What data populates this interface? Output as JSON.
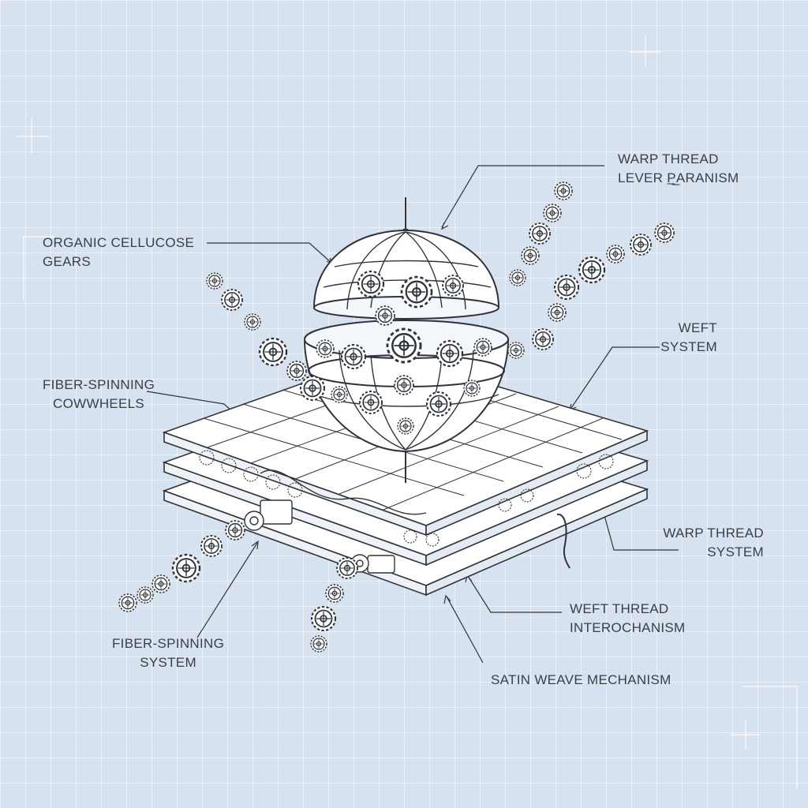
{
  "diagram": {
    "labels": {
      "warp_lever": {
        "line1": "WARP  THREAD",
        "line2": "LEVER P̲̲ARANISM"
      },
      "organic_gears": {
        "line1": "ORGANIC CELLUCOSE",
        "line2": "GEARS"
      },
      "weft_system": {
        "line1": "WEFT",
        "line2": "SYSTEM"
      },
      "fiber_cowwheels": {
        "line1": "FIBER-SPINNING",
        "line2": "COWWHEELS"
      },
      "warp_system": {
        "line1": "WARP THREAD",
        "line2": "SYSTEM"
      },
      "weft_inter": {
        "line1": "WEFT THREAD",
        "line2": "INTEROCHANISM"
      },
      "fiber_system": {
        "line1": "FIBER-SPINNING",
        "line2": "SYSTEM"
      },
      "satin": {
        "line1": "SATIN WEAVE MECHANISM"
      }
    },
    "colors": {
      "background": "#d6e2f0",
      "grid": "#ffffff",
      "ink": "#2f343b",
      "fill": "#ffffff"
    }
  }
}
